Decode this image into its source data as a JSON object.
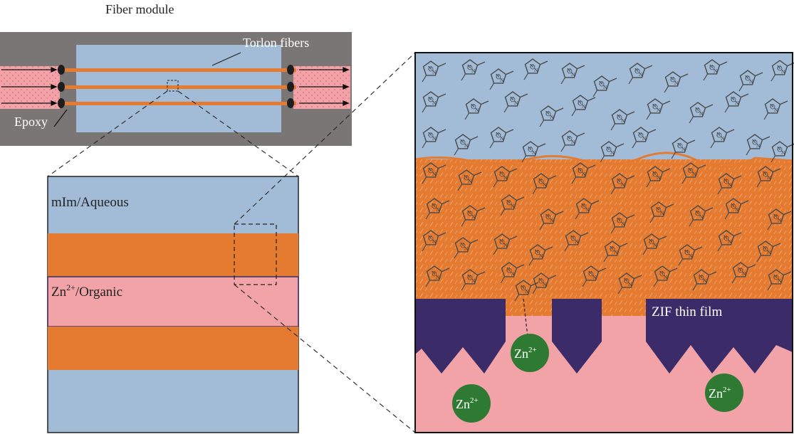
{
  "labels": {
    "fiber_module": "Fiber module",
    "torlon_fibers": "Torlon fibers",
    "epoxy": "Epoxy",
    "mim_aqueous": "mIm/Aqueous",
    "zn_base": "Zn",
    "zn_charge": "2+",
    "organic_suffix": "/Organic",
    "zif_thin_film": "ZIF thin film"
  },
  "colors": {
    "module_gray": "#7b7676",
    "aqueous_blue": "#a2bcd8",
    "orange": "#e47b30",
    "organic_pink": "#f2a3a8",
    "zif_purple": "#3b2c69",
    "zn_green": "#2f7a33"
  },
  "icons": {
    "flow_arrow": "right-arrow-icon",
    "molecule": "methylimidazole-molecule-icon",
    "zn_ion": "zn-ion-circle-icon"
  }
}
